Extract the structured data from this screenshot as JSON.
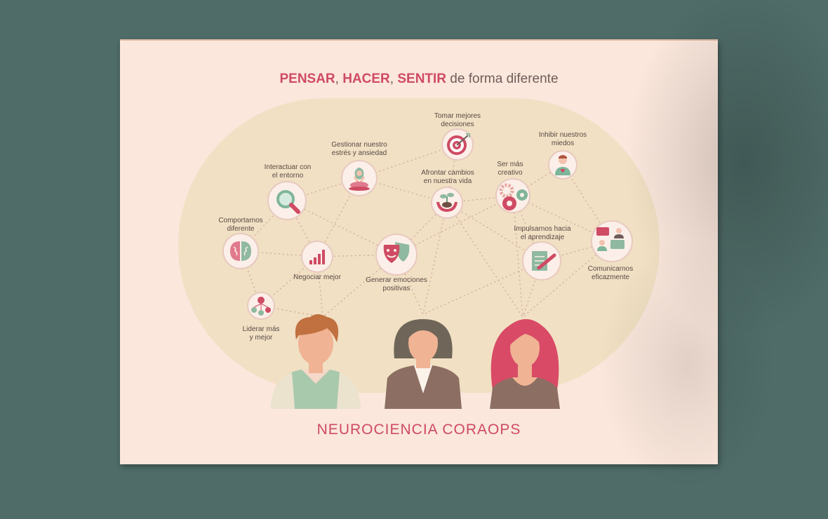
{
  "title": {
    "word1": "PENSAR",
    "sep1": ", ",
    "word2": "HACER",
    "sep2": ", ",
    "word3": "SENTIR",
    "rest": " de forma diferente"
  },
  "nodes": [
    {
      "id": "interactuar",
      "label": "Interactuar con\nel entorno",
      "icon": "magnifier-icon"
    },
    {
      "id": "gestionar",
      "label": "Gestionar nuestro\nestrés y ansiedad",
      "icon": "meditation-icon"
    },
    {
      "id": "tomar",
      "label": "Tomar mejores\ndecisiones",
      "icon": "target-icon"
    },
    {
      "id": "afrontar",
      "label": "Afrontar cambios\nen nuestra vida",
      "icon": "sprout-hands-icon"
    },
    {
      "id": "creativo",
      "label": "Ser más\ncreativo",
      "icon": "gears-icon"
    },
    {
      "id": "inhibir",
      "label": "Inhibir nuestros\nmiedos",
      "icon": "person-heart-icon"
    },
    {
      "id": "comportarnos",
      "label": "Comportarnos\ndiferente",
      "icon": "brain-icon"
    },
    {
      "id": "negociar",
      "label": "Negociar mejor",
      "icon": "bar-chart-icon"
    },
    {
      "id": "emociones",
      "label": "Generar emociones\npositivas",
      "icon": "theater-masks-icon"
    },
    {
      "id": "impulsarnos",
      "label": "Impulsarnos hacia\nel aprendizaje",
      "icon": "notebook-pencil-icon"
    },
    {
      "id": "comunicarnos",
      "label": "Comunicarnos\neficazmente",
      "icon": "chat-people-icon"
    },
    {
      "id": "liderar",
      "label": "Liderar más\ny mejor",
      "icon": "team-network-icon"
    }
  ],
  "footer": "NEUROCIENCIA CORAOPS",
  "colors": {
    "accent": "#cf4a63",
    "text": "#6f5d58",
    "background": "#4f6c68",
    "paper": "#fbe7dc",
    "blob": "#f1e0c3",
    "green": "#8fb9a0"
  }
}
